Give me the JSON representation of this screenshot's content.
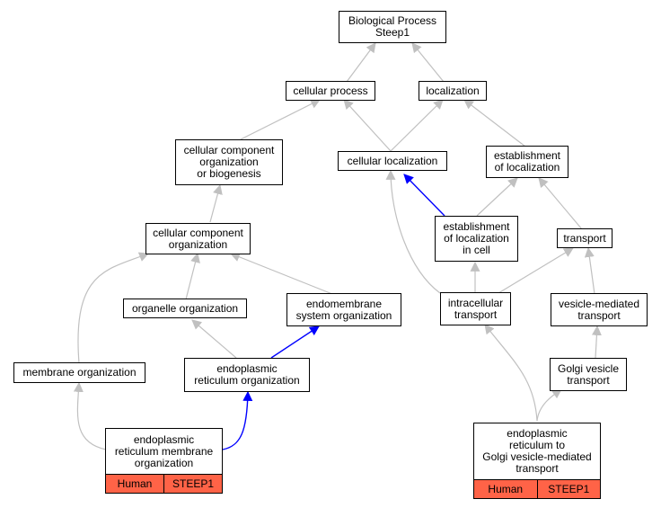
{
  "colors": {
    "gray_edge": "#c0c0c0",
    "blue_edge": "#0000ff",
    "highlight": "#ff6347"
  },
  "nodes": {
    "bp": "Biological Process\nSteep1",
    "cellular_process": "cellular process",
    "localization": "localization",
    "ccob": "cellular component\norganization\nor biogenesis",
    "cellular_localization": "cellular localization",
    "establishment_localization": "establishment\nof localization",
    "cco": "cellular component\norganization",
    "eloc_cell": "establishment\nof localization\nin cell",
    "transport": "transport",
    "organelle_org": "organelle organization",
    "endomembrane_org": "endomembrane\nsystem organization",
    "intracellular_transport": "intracellular\ntransport",
    "vesicle_transport": "vesicle-mediated\ntransport",
    "membrane_org": "membrane organization",
    "er_org": "endoplasmic\nreticulum organization",
    "golgi_vesicle": "Golgi vesicle\ntransport",
    "ermo": "endoplasmic\nreticulum membrane\norganization",
    "er_golgi": "endoplasmic\nreticulum to\nGolgi vesicle-mediated\ntransport"
  },
  "gene_rows": {
    "ermo": {
      "species": "Human",
      "gene": "STEEP1"
    },
    "er_golgi": {
      "species": "Human",
      "gene": "STEEP1"
    }
  }
}
